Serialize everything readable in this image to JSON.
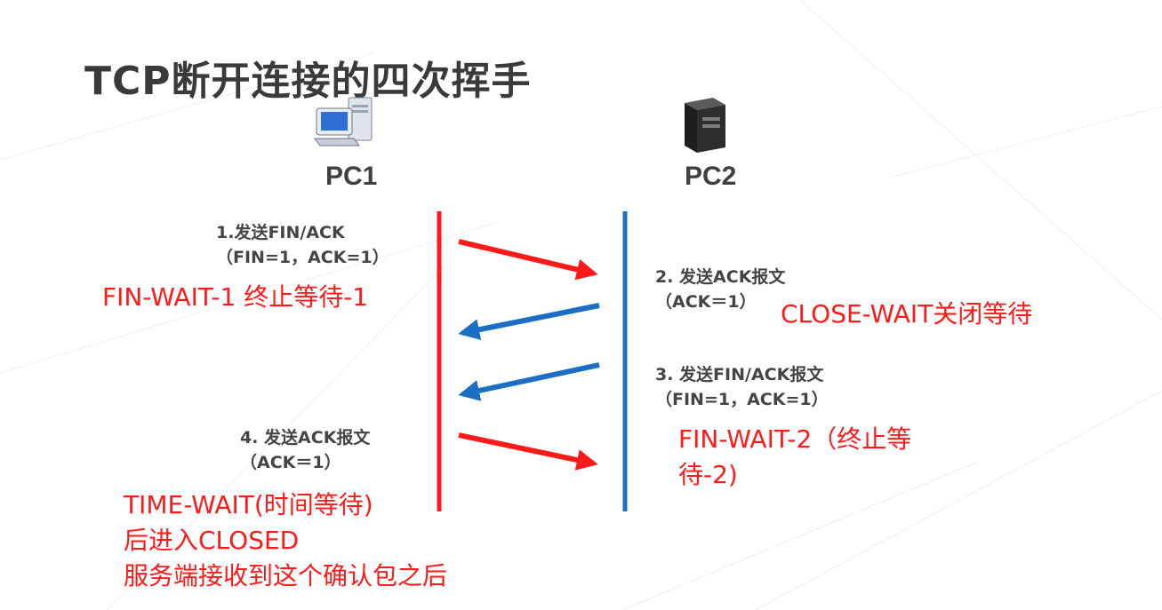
{
  "title": "TCP断开连接的四次挥手",
  "pc1": {
    "label": "PC1",
    "icon": "desktop-computer-icon"
  },
  "pc2": {
    "label": "PC2",
    "icon": "server-tower-icon"
  },
  "steps": [
    {
      "line1": "1.发送FIN/ACK",
      "line2": "（FIN=1，ACK=1）"
    },
    {
      "line1": "2. 发送ACK报文",
      "line2": "（ACK＝1）"
    },
    {
      "line1": "3. 发送FIN/ACK报文",
      "line2": "（FIN=1，ACK=1）"
    },
    {
      "line1": "4. 发送ACK报文",
      "line2": "（ACK＝1）"
    }
  ],
  "states": {
    "fin_wait_1": "FIN-WAIT-1 终止等待-1",
    "close_wait": "CLOSE-WAIT关闭等待",
    "fin_wait_2_line1": "FIN-WAIT-2（终止等",
    "fin_wait_2_line2": "待-2)",
    "time_wait_line1": "TIME-WAIT(时间等待)",
    "time_wait_line2": "后进入CLOSED",
    "time_wait_line3": "服务端接收到这个确认包之后"
  },
  "colors": {
    "red": "#ff1a1a",
    "blue": "#1a6fc4",
    "title": "#3a3a3a"
  }
}
